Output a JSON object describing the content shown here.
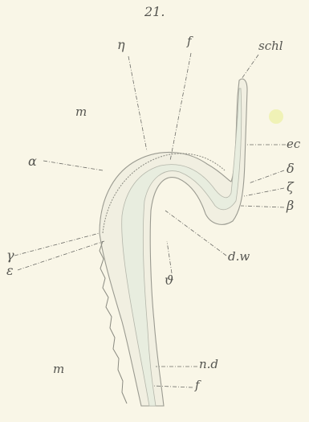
{
  "figure": {
    "number": "21."
  },
  "labels": {
    "eta": "η",
    "f_top": "f",
    "schl": "schl",
    "m_upper": "m",
    "ec": "ec",
    "delta": "δ",
    "alpha": "α",
    "zeta": "ζ",
    "beta": "β",
    "gamma": "γ",
    "epsilon": "ε",
    "dw": "d.w",
    "theta": "ϑ",
    "m_lower": "m",
    "nd": "n.d",
    "f_bottom": "f"
  },
  "colors": {
    "background": "#f9f6e7",
    "tissue": "#f1efe1",
    "lumen": "#e8eddf",
    "outline": "#8a8a80",
    "leader": "#6b6b66",
    "yellow_spot": "#eef2b0"
  }
}
